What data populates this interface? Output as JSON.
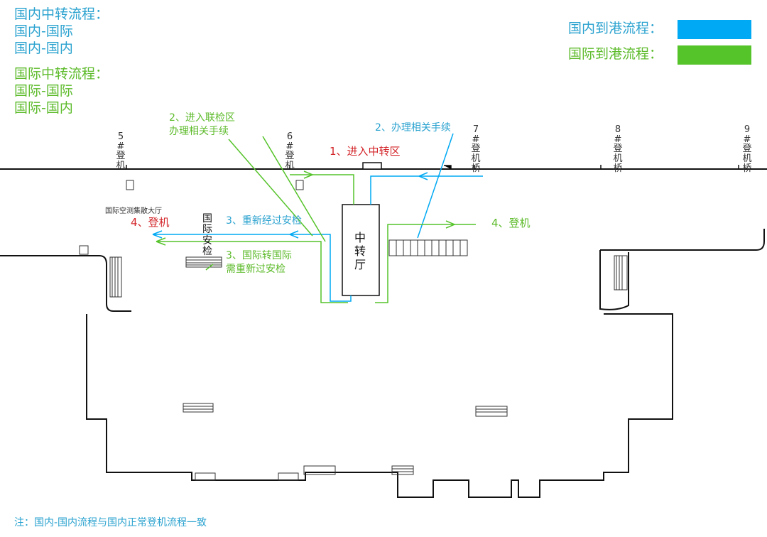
{
  "colors": {
    "domestic": "#00a9f3",
    "international": "#55c32a",
    "title_blue": "#2aa2cf",
    "title_green": "#5dbb2b",
    "red": "#d3262a",
    "line": "#111111"
  },
  "header": {
    "domestic_transfer": {
      "title": "国内中转流程：",
      "line1": "国内-国际",
      "line2": "国内-国内"
    },
    "intl_transfer": {
      "title": "国际中转流程：",
      "line1": "国际-国际",
      "line2": "国际-国内"
    }
  },
  "legend": {
    "domestic_arrival": "国内到港流程：",
    "intl_arrival": "国际到港流程："
  },
  "labels": {
    "step1": "1、进入中转区",
    "step2_green_a": "2、进入联检区",
    "step2_green_b": "办理相关手续",
    "step2_blue": "2、办理相关手续",
    "step3_blue": "3、重新经过安检",
    "step3_green_a": "3、国际转国际",
    "step3_green_b": "需重新过安检",
    "step4_red": "4、登机",
    "step4_green": "4、登机",
    "transfer_hall": "中转厅",
    "intl_security": "国际安检",
    "intl_hall": "国际空测集散大厅",
    "gate5": "5#登机",
    "gate6": "6#登机",
    "gate7": "7#登机桥",
    "gate8": "8#登机桥",
    "gate9": "9#登机桥"
  },
  "note": "注：国内-国内流程与国内正常登机流程一致"
}
